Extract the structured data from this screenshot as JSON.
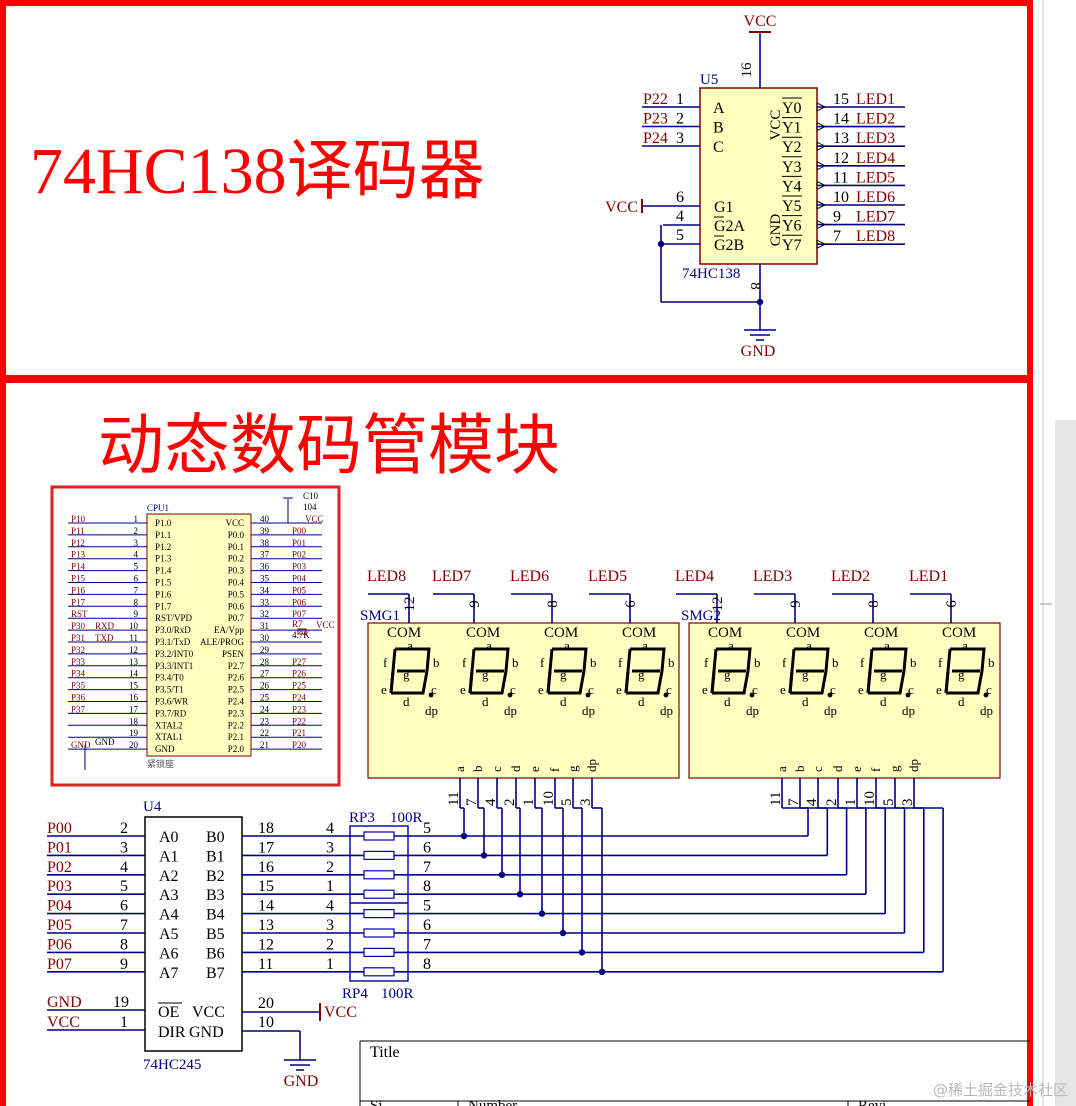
{
  "section1_title": "74HC138译码器",
  "section2_title": "动态数码管模块",
  "u5": {
    "ref": "U5",
    "part": "74HC138",
    "vcc": "VCC",
    "gnd": "GND",
    "pin16": "16",
    "pin8": "8",
    "vcc_label": "VCC",
    "gnd_label": "GND",
    "g_vcc_label": "VCC",
    "inputs": [
      {
        "net": "P22",
        "pin": "1",
        "name": "A"
      },
      {
        "net": "P23",
        "pin": "2",
        "name": "B"
      },
      {
        "net": "P24",
        "pin": "3",
        "name": "C"
      }
    ],
    "gates": [
      {
        "pin": "6",
        "name": "G1"
      },
      {
        "pin": "4",
        "name": "G2A"
      },
      {
        "pin": "5",
        "name": "G2B"
      }
    ],
    "outputs": [
      {
        "name": "Y0",
        "pin": "15",
        "net": "LED1"
      },
      {
        "name": "Y1",
        "pin": "14",
        "net": "LED2"
      },
      {
        "name": "Y2",
        "pin": "13",
        "net": "LED3"
      },
      {
        "name": "Y3",
        "pin": "12",
        "net": "LED4"
      },
      {
        "name": "Y4",
        "pin": "11",
        "net": "LED5"
      },
      {
        "name": "Y5",
        "pin": "10",
        "net": "LED6"
      },
      {
        "name": "Y6",
        "pin": "9",
        "net": "LED7"
      },
      {
        "name": "Y7",
        "pin": "7",
        "net": "LED8"
      }
    ]
  },
  "cpu": {
    "ref": "CPU1",
    "socket": "紧锁座",
    "c_ref": "C10",
    "c_val": "104",
    "r_ref": "R7",
    "r_val": "4.7K",
    "vcc_net": "VCC",
    "gnd_net": "GND",
    "left": [
      {
        "net": "P10",
        "alt": "",
        "pin": "1",
        "name": "P1.0"
      },
      {
        "net": "P11",
        "alt": "",
        "pin": "2",
        "name": "P1.1"
      },
      {
        "net": "P12",
        "alt": "",
        "pin": "3",
        "name": "P1.2"
      },
      {
        "net": "P13",
        "alt": "",
        "pin": "4",
        "name": "P1.3"
      },
      {
        "net": "P14",
        "alt": "",
        "pin": "5",
        "name": "P1.4"
      },
      {
        "net": "P15",
        "alt": "",
        "pin": "6",
        "name": "P1.5"
      },
      {
        "net": "P16",
        "alt": "",
        "pin": "7",
        "name": "P1.6"
      },
      {
        "net": "P17",
        "alt": "",
        "pin": "8",
        "name": "P1.7"
      },
      {
        "net": "RST",
        "alt": "",
        "pin": "9",
        "name": "RST/VPD"
      },
      {
        "net": "P30",
        "alt": "RXD",
        "pin": "10",
        "name": "P3.0/RxD"
      },
      {
        "net": "P31",
        "alt": "TXD",
        "pin": "11",
        "name": "P3.1/TxD"
      },
      {
        "net": "P32",
        "alt": "",
        "pin": "12",
        "name": "P3.2/INT0"
      },
      {
        "net": "P33",
        "alt": "",
        "pin": "13",
        "name": "P3.3/INT1"
      },
      {
        "net": "P34",
        "alt": "",
        "pin": "14",
        "name": "P3.4/T0"
      },
      {
        "net": "P35",
        "alt": "",
        "pin": "15",
        "name": "P3.5/T1"
      },
      {
        "net": "P36",
        "alt": "",
        "pin": "16",
        "name": "P3.6/WR"
      },
      {
        "net": "P37",
        "alt": "",
        "pin": "17",
        "name": "P3.7/RD"
      },
      {
        "net": "",
        "alt": "",
        "pin": "18",
        "name": "XTAL2"
      },
      {
        "net": "",
        "alt": "",
        "pin": "19",
        "name": "XTAL1"
      },
      {
        "net": "GND",
        "alt": "",
        "pin": "20",
        "name": "GND"
      }
    ],
    "right": [
      {
        "net": "",
        "pin": "40",
        "name": "VCC"
      },
      {
        "net": "P00",
        "pin": "39",
        "name": "P0.0"
      },
      {
        "net": "P01",
        "pin": "38",
        "name": "P0.1"
      },
      {
        "net": "P02",
        "pin": "37",
        "name": "P0.2"
      },
      {
        "net": "P03",
        "pin": "36",
        "name": "P0.3"
      },
      {
        "net": "P04",
        "pin": "35",
        "name": "P0.4"
      },
      {
        "net": "P05",
        "pin": "34",
        "name": "P0.5"
      },
      {
        "net": "P06",
        "pin": "33",
        "name": "P0.6"
      },
      {
        "net": "P07",
        "pin": "32",
        "name": "P0.7"
      },
      {
        "net": "",
        "pin": "31",
        "name": "EA/Vpp"
      },
      {
        "net": "",
        "pin": "30",
        "name": "ALE/PROG"
      },
      {
        "net": "",
        "pin": "29",
        "name": "PSEN"
      },
      {
        "net": "P27",
        "pin": "28",
        "name": "P2.7"
      },
      {
        "net": "P26",
        "pin": "27",
        "name": "P2.6"
      },
      {
        "net": "P25",
        "pin": "26",
        "name": "P2.5"
      },
      {
        "net": "P24",
        "pin": "25",
        "name": "P2.4"
      },
      {
        "net": "P23",
        "pin": "24",
        "name": "P2.3"
      },
      {
        "net": "P22",
        "pin": "23",
        "name": "P2.2"
      },
      {
        "net": "P21",
        "pin": "22",
        "name": "P2.1"
      },
      {
        "net": "P20",
        "pin": "21",
        "name": "P2.0"
      }
    ]
  },
  "smg": [
    {
      "ref": "SMG1",
      "com_pins": [
        "12",
        "9",
        "8",
        "6"
      ],
      "com_nets": [
        "LED8",
        "LED7",
        "LED6",
        "LED5"
      ]
    },
    {
      "ref": "SMG2",
      "com_pins": [
        "12",
        "9",
        "8",
        "6"
      ],
      "com_nets": [
        "LED4",
        "LED3",
        "LED2",
        "LED1"
      ]
    }
  ],
  "segment_labels": [
    "a",
    "b",
    "c",
    "d",
    "e",
    "f",
    "g",
    "dp"
  ],
  "segment_pins": [
    "11",
    "7",
    "4",
    "2",
    "1",
    "10",
    "5",
    "3"
  ],
  "com_label": "COM",
  "u4": {
    "ref": "U4",
    "part": "74HC245",
    "rows": [
      {
        "net": "P00",
        "apin": "2",
        "a": "A0",
        "b": "B0",
        "bpin": "18"
      },
      {
        "net": "P01",
        "apin": "3",
        "a": "A1",
        "b": "B1",
        "bpin": "17"
      },
      {
        "net": "P02",
        "apin": "4",
        "a": "A2",
        "b": "B2",
        "bpin": "16"
      },
      {
        "net": "P03",
        "apin": "5",
        "a": "A3",
        "b": "B3",
        "bpin": "15"
      },
      {
        "net": "P04",
        "apin": "6",
        "a": "A4",
        "b": "B4",
        "bpin": "14"
      },
      {
        "net": "P05",
        "apin": "7",
        "a": "A5",
        "b": "B5",
        "bpin": "13"
      },
      {
        "net": "P06",
        "apin": "8",
        "a": "A6",
        "b": "B6",
        "bpin": "12"
      },
      {
        "net": "P07",
        "apin": "9",
        "a": "A7",
        "b": "B7",
        "bpin": "11"
      }
    ],
    "oe": {
      "net": "GND",
      "pin": "19",
      "name": "OE"
    },
    "dir": {
      "net": "VCC",
      "pin": "1",
      "name": "DIR"
    },
    "vcc": {
      "name": "VCC",
      "pin": "20",
      "net": "VCC"
    },
    "gnd": {
      "name": "GND",
      "pin": "10",
      "net": "GND"
    }
  },
  "rp3": {
    "ref": "RP3",
    "val": "100R"
  },
  "rp4": {
    "ref": "RP4",
    "val": "100R"
  },
  "rp_left": [
    "4",
    "3",
    "2",
    "1",
    "4",
    "3",
    "2",
    "1"
  ],
  "rp_right": [
    "5",
    "6",
    "7",
    "8",
    "5",
    "6",
    "7",
    "8"
  ],
  "title_block": {
    "title": "Title",
    "size_partial": "Si",
    "number_partial": "Number",
    "rev_partial": "Revi"
  },
  "watermark": "@稀土掘金技术社区",
  "colors": {
    "frame": "#ff0000",
    "wire": "#000080",
    "pin_text": "#800000",
    "comp_fill": "#ffffc0",
    "comp_stroke": "#800000",
    "label": "#000080"
  }
}
